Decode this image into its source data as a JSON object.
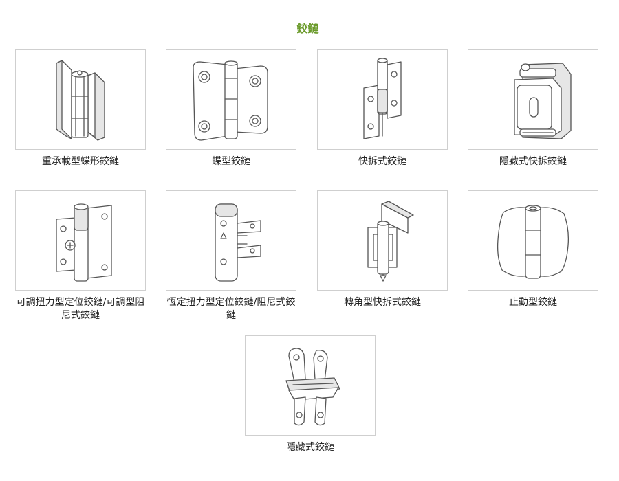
{
  "page": {
    "title": "鉸鏈",
    "accent_color": "#6a9a2a"
  },
  "products": [
    {
      "label": "重承載型蝶形鉸鏈",
      "icon": "heavy-duty-butterfly-hinge-icon"
    },
    {
      "label": "蝶型鉸鏈",
      "icon": "butterfly-hinge-icon"
    },
    {
      "label": "快拆式鉸鏈",
      "icon": "lift-off-hinge-icon"
    },
    {
      "label": "隱藏式快拆鉸鏈",
      "icon": "concealed-lift-off-hinge-icon"
    },
    {
      "label": "可調扭力型定位鉸鏈/可調型阻尼式鉸鏈",
      "icon": "adjustable-torque-hinge-icon"
    },
    {
      "label": "恆定扭力型定位鉸鏈/阻尼式鉸鏈",
      "icon": "constant-torque-hinge-icon"
    },
    {
      "label": "轉角型快拆式鉸鏈",
      "icon": "corner-lift-off-hinge-icon"
    },
    {
      "label": "止動型鉸鏈",
      "icon": "detent-hinge-icon"
    },
    {
      "label": "隱藏式鉸鏈",
      "icon": "concealed-hinge-icon"
    }
  ]
}
